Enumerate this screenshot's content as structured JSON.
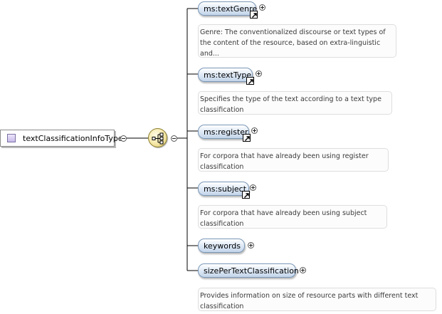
{
  "root": {
    "label": "textClassificationInfoType"
  },
  "children": [
    {
      "label": "ms:textGenre",
      "reference": true,
      "doc": "Genre: The conventionalized discourse or text types of the content of the resource, based on extra-linguistic and..."
    },
    {
      "label": "ms:textType",
      "reference": true,
      "doc": "Specifies the type of the text according to a text type classification"
    },
    {
      "label": "ms:register",
      "reference": true,
      "doc": "For corpora that have already been using register classification"
    },
    {
      "label": "ms:subject",
      "reference": true,
      "doc": "For corpora that have already been using subject classification"
    },
    {
      "label": "keywords",
      "reference": false,
      "doc": ""
    },
    {
      "label": "sizePerTextClassification",
      "reference": false,
      "doc": "Provides information on size of resource parts with different text classification"
    }
  ],
  "compositor_icon": "sequence-compositor-icon",
  "reference_icon": "arrow-link-icon",
  "expand_icon": "plus-circle-icon",
  "collapse_icon": "minus-circle-icon"
}
